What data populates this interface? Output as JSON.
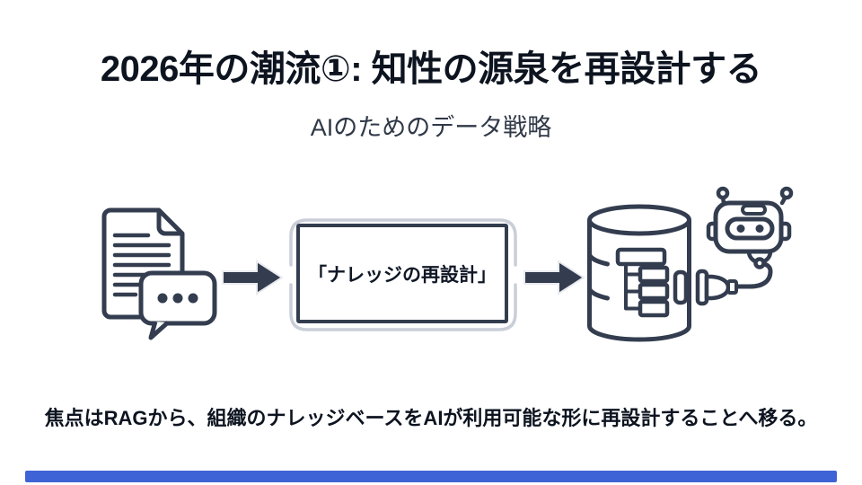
{
  "slide": {
    "title": "2026年の潮流①: 知性の源泉を再設計する",
    "subtitle": "AIのためのデータ戦略",
    "diagram": {
      "box_label": "「ナレッジの再設計」",
      "icons": {
        "left": "document-chat-icon",
        "flow": [
          "arrow-right-icon",
          "arrow-right-icon"
        ],
        "right": [
          "database-icon",
          "plug-icon",
          "robot-icon"
        ]
      }
    },
    "summary": "焦点はRAGから、組織のナレッジベースをAIが利用可能な形に再設計することへ移る。",
    "colors": {
      "accent_bar": "#3E63D6",
      "icon_stroke": "#333D4F",
      "frame": "#C9CED8",
      "text": "#0D1420"
    }
  }
}
